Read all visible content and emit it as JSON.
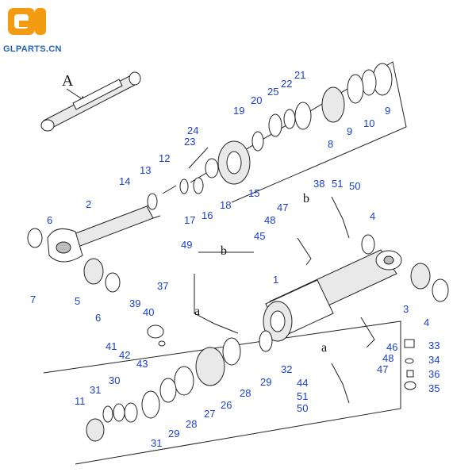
{
  "brand": {
    "name": "GLPARTS.CN",
    "colors": {
      "orange": "#f39c12",
      "blue": "#1f63b8",
      "label": "#1a3fd0"
    }
  },
  "view_label": "A",
  "connector_tags": {
    "a_top": "a",
    "a_bottom": "a",
    "b_top": "b",
    "b_mid": "b"
  },
  "part_labels": {
    "p1": "1",
    "p2": "2",
    "p3": "3",
    "p4a": "4",
    "p4b": "4",
    "p5": "5",
    "p6a": "6",
    "p6b": "6",
    "p7": "7",
    "p8": "8",
    "p9a": "9",
    "p9b": "9",
    "p10": "10",
    "p11": "11",
    "p12": "12",
    "p13": "13",
    "p14": "14",
    "p15": "15",
    "p16": "16",
    "p17": "17",
    "p18": "18",
    "p19": "19",
    "p20": "20",
    "p21": "21",
    "p22": "22",
    "p23": "23",
    "p24": "24",
    "p25": "25",
    "p26": "26",
    "p27": "27",
    "p28a": "28",
    "p28b": "28",
    "p29a": "29",
    "p29b": "29",
    "p30": "30",
    "p31a": "31",
    "p31b": "31",
    "p32": "32",
    "p33": "33",
    "p34": "34",
    "p35": "35",
    "p36": "36",
    "p37": "37",
    "p38": "38",
    "p39": "39",
    "p40": "40",
    "p41": "41",
    "p42": "42",
    "p43": "43",
    "p44": "44",
    "p45": "45",
    "p46": "46",
    "p47a": "47",
    "p47b": "47",
    "p48a": "48",
    "p48b": "48",
    "p49": "49",
    "p50a": "50",
    "p50b": "50",
    "p51a": "51",
    "p51b": "51"
  }
}
